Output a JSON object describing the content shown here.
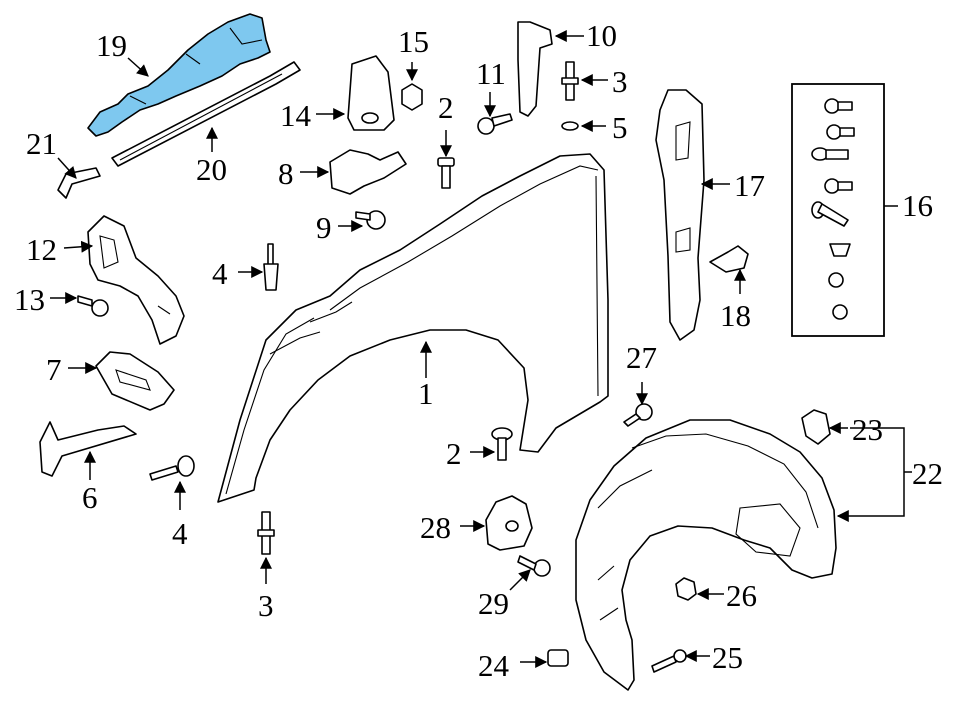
{
  "highlight_color": "#7ec8ef",
  "callouts": {
    "c1": "1",
    "c2a": "2",
    "c2b": "2",
    "c3a": "3",
    "c3b": "3",
    "c4a": "4",
    "c4b": "4",
    "c5": "5",
    "c6": "6",
    "c7": "7",
    "c8": "8",
    "c9": "9",
    "c10": "10",
    "c11": "11",
    "c12": "12",
    "c13": "13",
    "c14": "14",
    "c15": "15",
    "c16": "16",
    "c17": "17",
    "c18": "18",
    "c19": "19",
    "c20": "20",
    "c21": "21",
    "c22": "22",
    "c23": "23",
    "c24": "24",
    "c25": "25",
    "c26": "26",
    "c27": "27",
    "c28": "28",
    "c29": "29"
  }
}
